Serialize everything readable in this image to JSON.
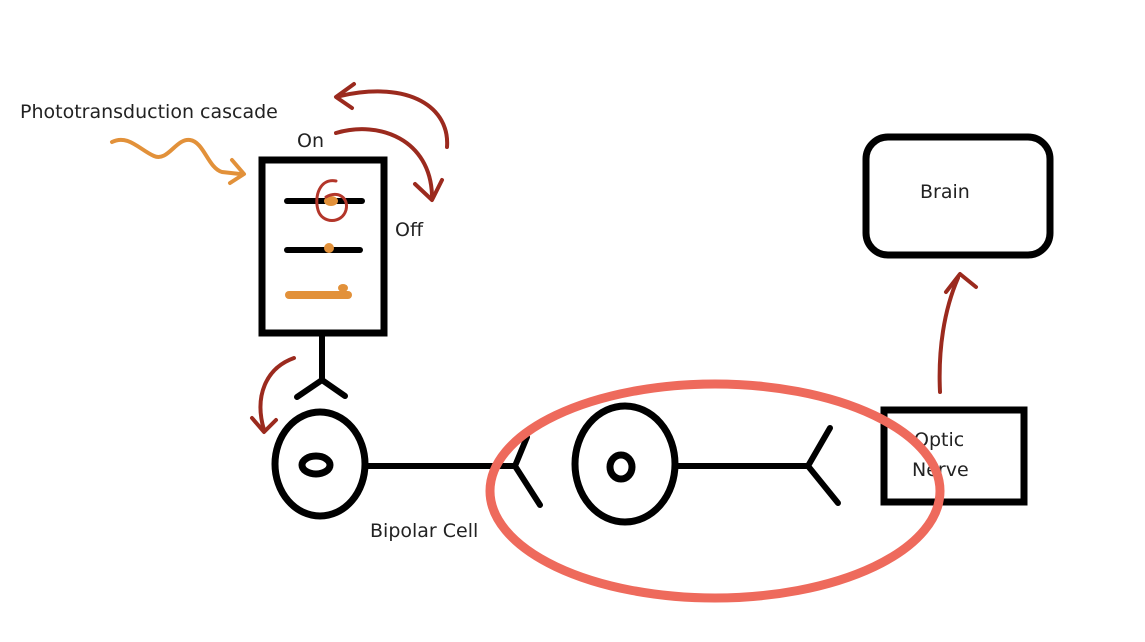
{
  "labels": {
    "phototransduction": "Phototransduction cascade",
    "on": "On",
    "off": "Off",
    "bipolar": "Bipolar Cell",
    "brain": "Brain",
    "optic_line1": "Optic",
    "optic_line2": "Nerve"
  },
  "colors": {
    "ink": "#000000",
    "arrow_red": "#9b2a1e",
    "light_orange": "#e2913a",
    "highlight_circle": "#ee6a5c",
    "mask": "#ffffff"
  }
}
